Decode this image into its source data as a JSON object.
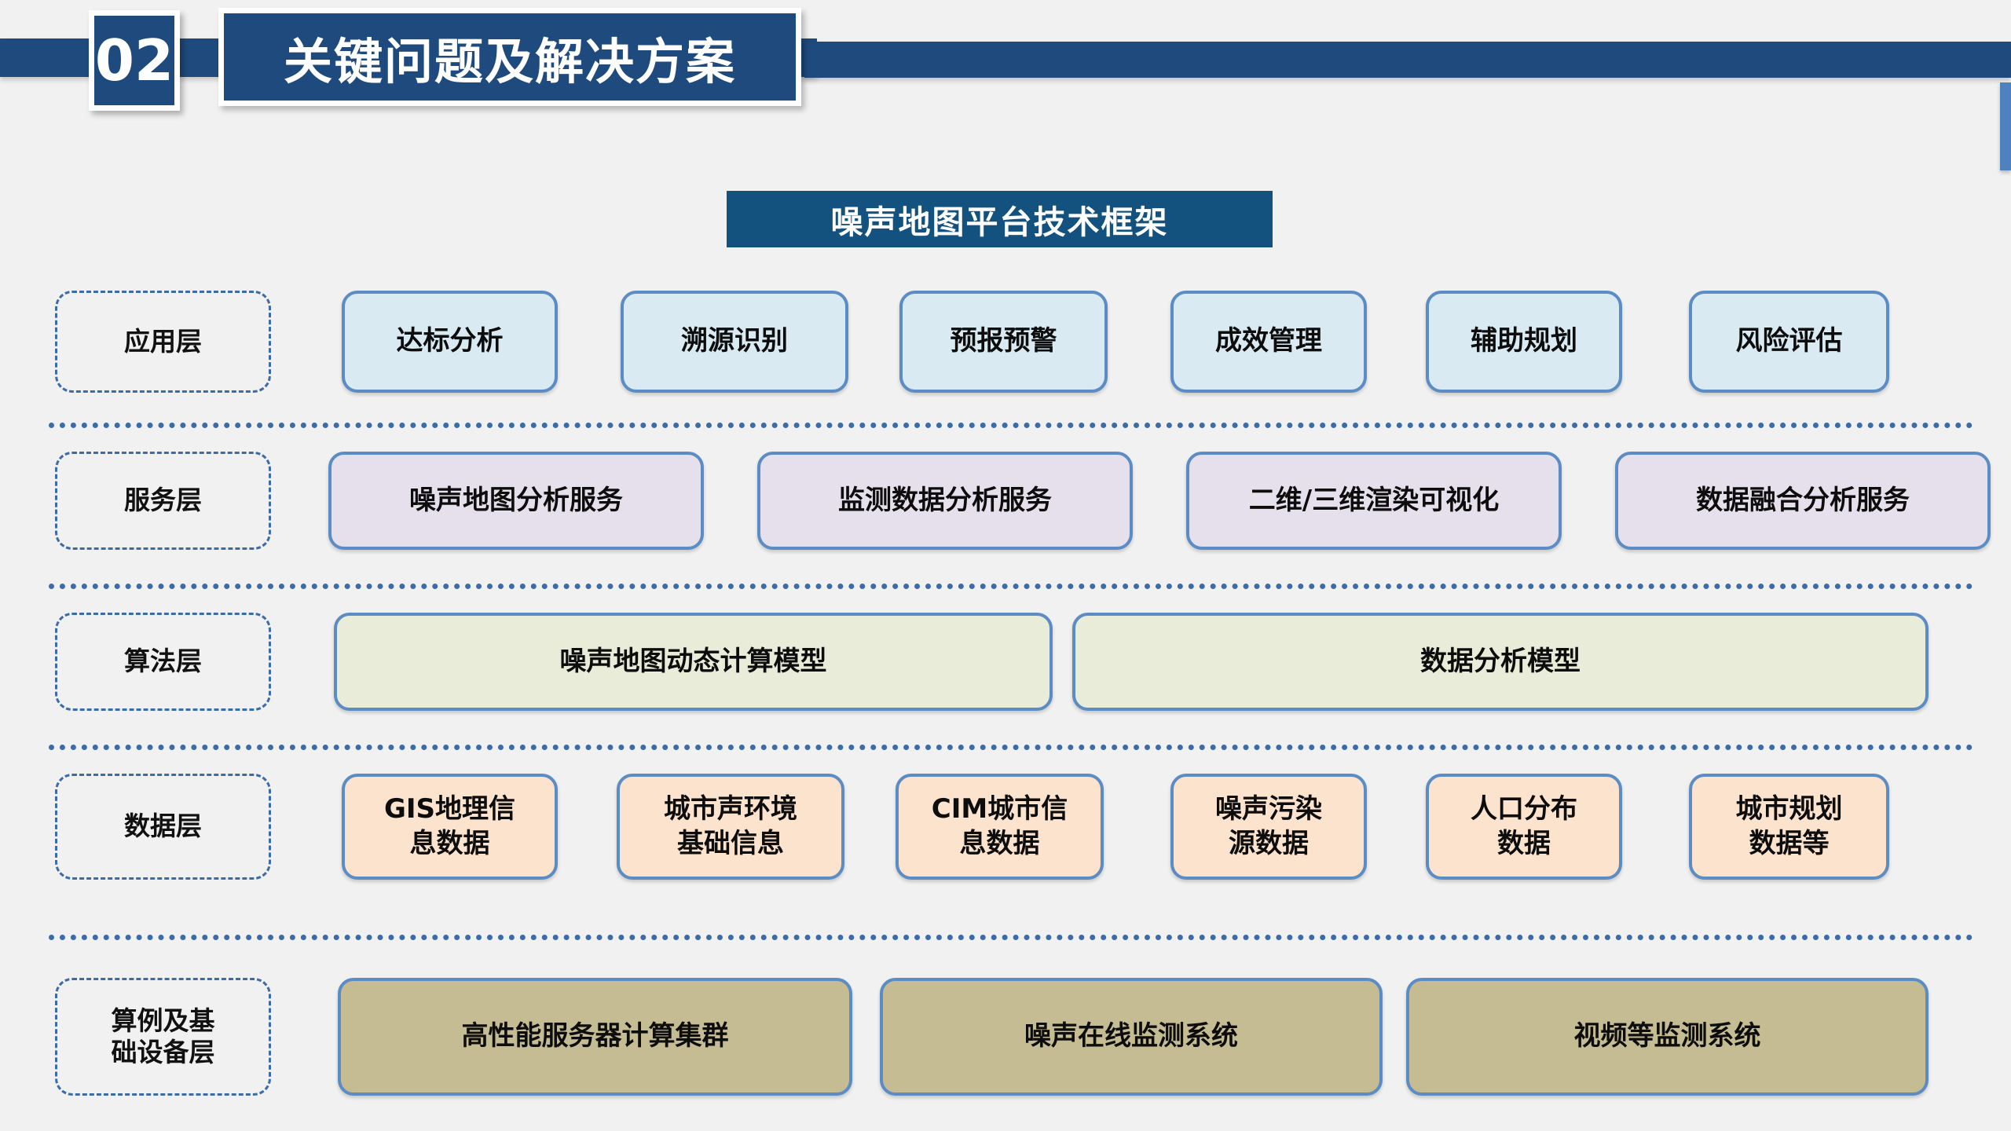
{
  "header": {
    "section_number": "02",
    "section_title": "关键问题及解决方案",
    "accent_color": "#1f4a7d",
    "accent_color_secondary": "#4e81bd"
  },
  "diagram": {
    "title": "噪声地图平台技术框架",
    "title_bg": "#13517f",
    "layers": [
      {
        "label": "应用层",
        "fill": "#d9eaf3",
        "border": "#5b8cc4",
        "nodes": [
          "达标分析",
          "溯源识别",
          "预报预警",
          "成效管理",
          "辅助规划",
          "风险评估"
        ]
      },
      {
        "label": "服务层",
        "fill": "#e5e0ec",
        "border": "#5b8cc4",
        "nodes": [
          "噪声地图分析服务",
          "监测数据分析服务",
          "二维/三维渲染可视化",
          "数据融合分析服务"
        ]
      },
      {
        "label": "算法层",
        "fill": "#e8ecd9",
        "border": "#5b8cc4",
        "nodes": [
          "噪声地图动态计算模型",
          "数据分析模型"
        ]
      },
      {
        "label": "数据层",
        "fill": "#fbe3ce",
        "border": "#5b8cc4",
        "nodes": [
          "GIS地理信\n息数据",
          "城市声环境\n基础信息",
          "CIM城市信\n息数据",
          "噪声污染\n源数据",
          "人口分布\n数据",
          "城市规划\n数据等"
        ]
      },
      {
        "label": "算例及基\n础设备层",
        "fill": "#c5bc94",
        "border": "#5b8cc4",
        "nodes": [
          "高性能服务器计算集群",
          "噪声在线监测系统",
          "视频等监测系统"
        ]
      }
    ]
  }
}
